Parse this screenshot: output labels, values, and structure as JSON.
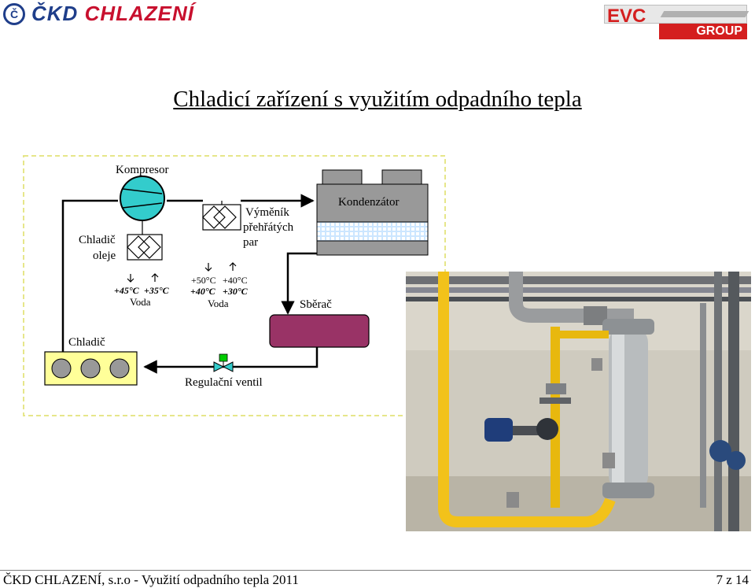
{
  "header": {
    "ckd_logo_text": "ČKD CHLAZENÍ",
    "ckd_logo_part1": "ČKD ",
    "ckd_logo_part2": "CHLAZENÍ",
    "ckd_seal": "Č",
    "evc_logo_text": "EVC",
    "evc_group_text": "GROUP"
  },
  "slide": {
    "title": "Chladicí zařízení s využitím odpadního tepla"
  },
  "diagram": {
    "compressor_label": "Kompresor",
    "oil_cooler_label_1": "Chladič",
    "oil_cooler_label_2": "oleje",
    "oil_water_in": "+45°C",
    "oil_water_out": "+35°C",
    "oil_water_label": "Voda",
    "desuperheater_label_1": "Výměník",
    "desuperheater_label_2": "přehřátých",
    "desuperheater_label_3": "par",
    "ex_temp_1": "+50°C",
    "ex_temp_2": "+40°C",
    "ex_temp_3": "+40°C",
    "ex_temp_4": "+30°C",
    "ex_water_label": "Voda",
    "condenser_label": "Kondenzátor",
    "receiver_label": "Sběrač",
    "evaporator_label": "Chladič",
    "valve_label": "Regulační ventil"
  },
  "footer": {
    "left": "ČKD CHLAZENÍ, s.r.o - Využití odpadního tepla 2011",
    "page": "7 z 14"
  },
  "colors": {
    "compressor": "#33cccc",
    "receiver": "#993366",
    "evaporator": "#ffff99",
    "condenser_body": "#999999",
    "condenser_coil": "#cce6ff",
    "valve": "#33cccc",
    "valve_actuator": "#00cc00",
    "border_dashed": "#ffff99"
  }
}
